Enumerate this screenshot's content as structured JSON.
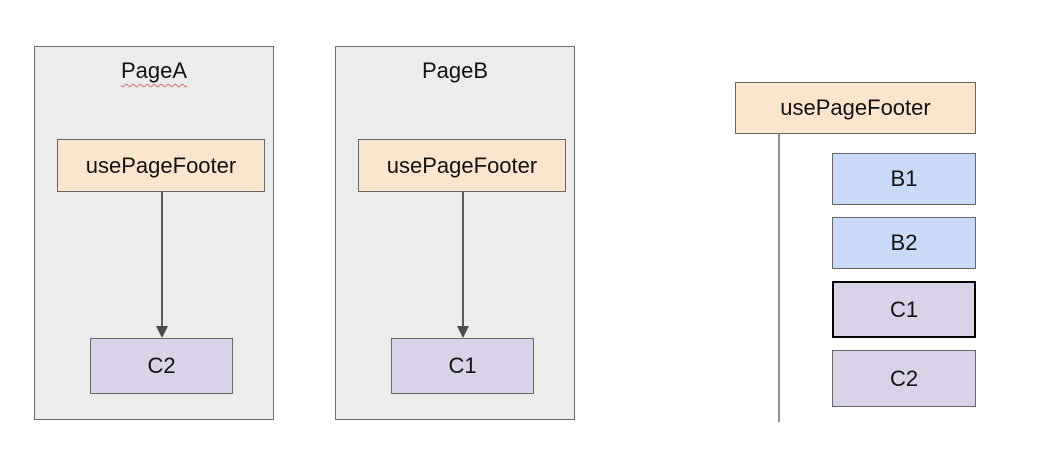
{
  "diagram": {
    "pages": [
      {
        "title": "PageA",
        "title_misspelled": true,
        "hook_label": "usePageFooter",
        "child_label": "C2"
      },
      {
        "title": "PageB",
        "title_misspelled": false,
        "hook_label": "usePageFooter",
        "child_label": "C1"
      }
    ],
    "legend": {
      "hook_label": "usePageFooter",
      "items": [
        {
          "label": "B1",
          "fill": "#c9daf8",
          "highlighted": false
        },
        {
          "label": "B2",
          "fill": "#c9daf8",
          "highlighted": false
        },
        {
          "label": "C1",
          "fill": "#d9d2e9",
          "highlighted": true
        },
        {
          "label": "C2",
          "fill": "#d9d2e9",
          "highlighted": false
        }
      ]
    },
    "colors": {
      "page_fill": "#ececec",
      "page_border": "#6b6b6b",
      "hook_fill": "#fce5cd",
      "blue_fill": "#c9daf8",
      "purple_fill": "#d9d2e9",
      "box_border": "#666666",
      "highlight_border": "#000000",
      "arrow": "#4a4a4a",
      "connector": "#8f8f8f",
      "spellcheck_underline": "#e06666"
    }
  }
}
